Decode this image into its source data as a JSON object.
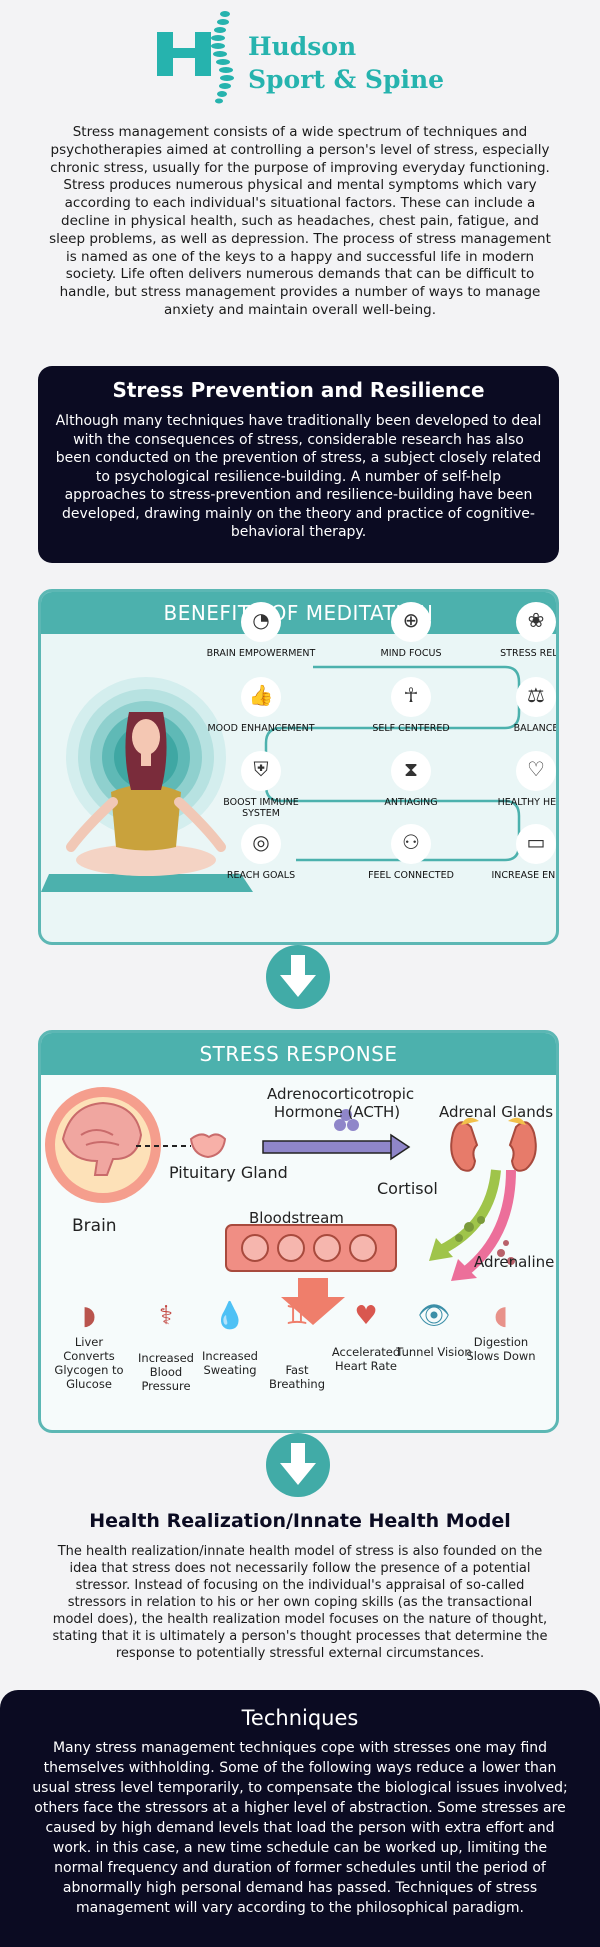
{
  "brand": {
    "name_line1": "Hudson",
    "name_line2": "Sport & Spine",
    "color": "#26b3ae"
  },
  "intro": "Stress management consists of a wide spectrum of techniques and psychotherapies aimed at controlling a person's level of stress, especially chronic stress, usually for the purpose of improving everyday functioning. Stress produces numerous physical and mental symptoms which vary according to each individual's situational factors. These can include a decline in physical health, such as headaches, chest pain, fatigue, and sleep problems, as well as depression. The process of stress management is named as one of the keys to a happy and successful life in modern society. Life often delivers numerous demands that can be difficult to handle, but stress management provides a number of ways to manage anxiety and maintain overall well-being.",
  "prevention": {
    "title": "Stress Prevention and Resilience",
    "text": "Although many techniques have traditionally been developed to deal with the consequences of stress, considerable research has also been conducted on the prevention of stress, a subject closely related to psychological resilience-building. A number of self-help approaches to stress-prevention and resilience-building have been developed, drawing mainly on the theory and practice of cognitive-behavioral therapy."
  },
  "meditation": {
    "title": "BENEFITS OF MEDITATION",
    "benefits": [
      {
        "label": "BRAIN EMPOWERMENT",
        "icon": "brain-icon"
      },
      {
        "label": "MIND FOCUS",
        "icon": "target-head-icon"
      },
      {
        "label": "STRESS RELIEF",
        "icon": "lotus-head-icon"
      },
      {
        "label": "MOOD ENHANCEMENT",
        "icon": "thumbs-up-icon"
      },
      {
        "label": "SELF CENTERED",
        "icon": "meditating-person-icon"
      },
      {
        "label": "BALANCE",
        "icon": "scales-icon"
      },
      {
        "label": "BOOST IMMUNE SYSTEM",
        "icon": "shield-check-icon"
      },
      {
        "label": "ANTIAGING",
        "icon": "hourglass-icon"
      },
      {
        "label": "HEALTHY HEART",
        "icon": "heartbeat-icon"
      },
      {
        "label": "REACH GOALS",
        "icon": "bullseye-icon"
      },
      {
        "label": "FEEL CONNECTED",
        "icon": "people-icon"
      },
      {
        "label": "INCREASE ENERGY",
        "icon": "battery-icon"
      }
    ]
  },
  "stress_response": {
    "title": "STRESS RESPONSE",
    "brain": "Brain",
    "pituitary": "Pituitary Gland",
    "acth_line1": "Adrenocorticotropic",
    "acth_line2": "Hormone (ACTH)",
    "adrenal": "Adrenal Glands",
    "cortisol": "Cortisol",
    "adrenaline": "Adrenaline",
    "bloodstream": "Bloodstream",
    "effects": [
      {
        "label": "Liver Converts Glycogen to Glucose",
        "icon": "liver-icon"
      },
      {
        "label": "Increased Blood Pressure",
        "icon": "blood-pressure-icon"
      },
      {
        "label": "Increased Sweating",
        "icon": "sweat-icon"
      },
      {
        "label": "Fast Breathing",
        "icon": "lungs-icon"
      },
      {
        "label": "Accelerated Heart Rate",
        "icon": "heart-icon"
      },
      {
        "label": "Tunnel Vision",
        "icon": "eye-icon"
      },
      {
        "label": "Digestion Slows Down",
        "icon": "stomach-icon"
      }
    ]
  },
  "health_model": {
    "title": "Health Realization/Innate Health Model",
    "text": "The health realization/innate health model of stress is also founded on the idea that stress does not necessarily follow the presence of a potential stressor. Instead of focusing on the individual's appraisal of so-called stressors in relation to his or her own coping skills (as the transactional model does), the health realization model focuses on the nature of thought, stating that it is ultimately a person's thought processes that determine the response to potentially stressful external circumstances."
  },
  "techniques": {
    "title": "Techniques",
    "text": "Many stress management techniques cope with stresses one may find themselves withholding. Some of the following ways reduce a lower than usual stress level temporarily, to compensate the biological issues involved; others face the stressors at a higher level of abstraction. Some stresses are caused by high demand levels that load the person with extra effort and work. in this case, a new time schedule can be worked up, limiting the normal frequency and duration of former schedules until the period of abnormally high personal demand has passed. Techniques of stress management will vary according to the philosophical paradigm."
  },
  "colors": {
    "teal": "#4cb1ad",
    "navy": "#0b0b22",
    "salmon": "#ee8f7e"
  }
}
